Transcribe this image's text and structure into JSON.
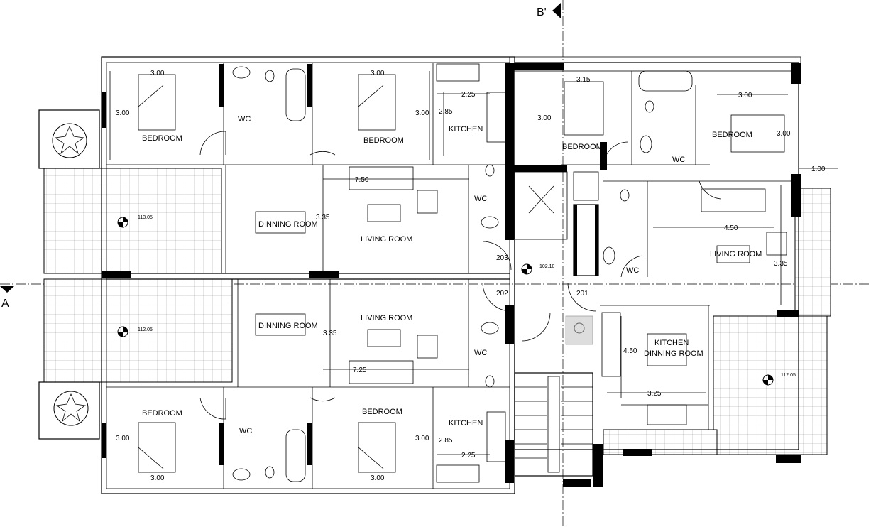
{
  "section_marks": {
    "top": "B'",
    "left": "A"
  },
  "rooms": {
    "bedroom": "BEDROOM",
    "wc": "WC",
    "kitchen": "KITCHEN",
    "living_room": "LIVING ROOM",
    "dinning_room": "DINNING ROOM",
    "kitchen_dinning_1": "KITCHEN",
    "kitchen_dinning_2": "DINNING ROOM"
  },
  "dimensions": {
    "d300": "3.00",
    "d315": "3.15",
    "d225": "2.25",
    "d285": "2.85",
    "d750": "7.50",
    "d725": "7.25",
    "d335": "3.35",
    "d450": "4.50",
    "d325": "3.25",
    "d100": "1.00"
  },
  "unit_numbers": {
    "u203": "203",
    "u202": "202",
    "u201": "201"
  },
  "elevations": {
    "e1": "113.05",
    "e2": "112.05",
    "e3": "102.10",
    "e4": "112.05"
  }
}
